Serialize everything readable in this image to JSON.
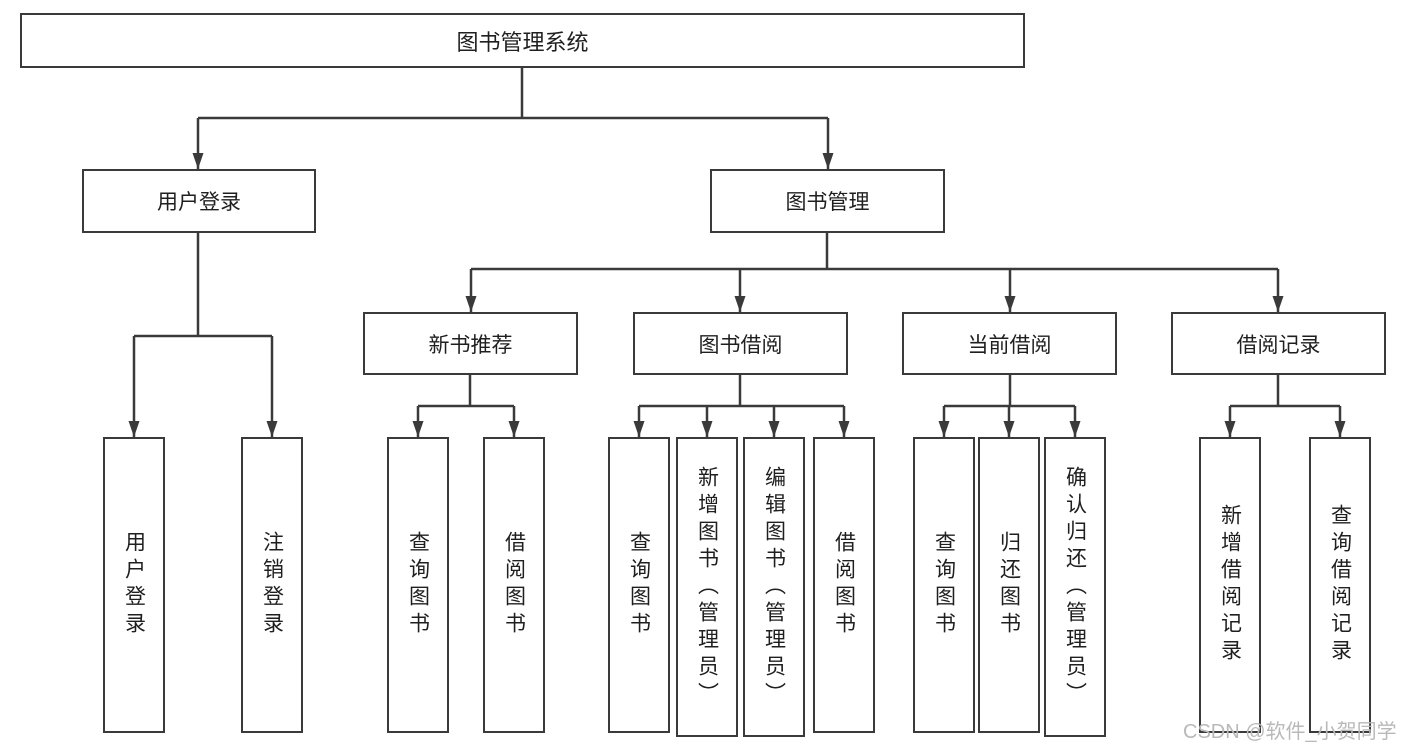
{
  "diagram": {
    "root": {
      "label": "图书管理系统"
    },
    "level2": [
      {
        "label": "用户登录"
      },
      {
        "label": "图书管理"
      }
    ],
    "level3": [
      {
        "label": "新书推荐",
        "parent": "图书管理"
      },
      {
        "label": "图书借阅",
        "parent": "图书管理"
      },
      {
        "label": "当前借阅",
        "parent": "图书管理"
      },
      {
        "label": "借阅记录",
        "parent": "图书管理"
      }
    ],
    "leaves": [
      {
        "label": "用户登录",
        "parent": "用户登录"
      },
      {
        "label": "注销登录",
        "parent": "用户登录"
      },
      {
        "label": "查询图书",
        "parent": "新书推荐"
      },
      {
        "label": "借阅图书",
        "parent": "新书推荐"
      },
      {
        "label": "查询图书",
        "parent": "图书借阅"
      },
      {
        "label": "新增图书（管理员）",
        "parent": "图书借阅"
      },
      {
        "label": "编辑图书（管理员）",
        "parent": "图书借阅"
      },
      {
        "label": "借阅图书",
        "parent": "图书借阅"
      },
      {
        "label": "查询图书",
        "parent": "当前借阅"
      },
      {
        "label": "归还图书",
        "parent": "当前借阅"
      },
      {
        "label": "确认归还（管理员）",
        "parent": "当前借阅"
      },
      {
        "label": "新增借阅记录",
        "parent": "借阅记录"
      },
      {
        "label": "查询借阅记录",
        "parent": "借阅记录"
      }
    ],
    "watermark": "CSDN @软件_小贺同学",
    "colors": {
      "line": "#3a3a3a",
      "text": "#1f1f1f",
      "watermark": "#b9b9b9",
      "background": "#ffffff"
    }
  }
}
